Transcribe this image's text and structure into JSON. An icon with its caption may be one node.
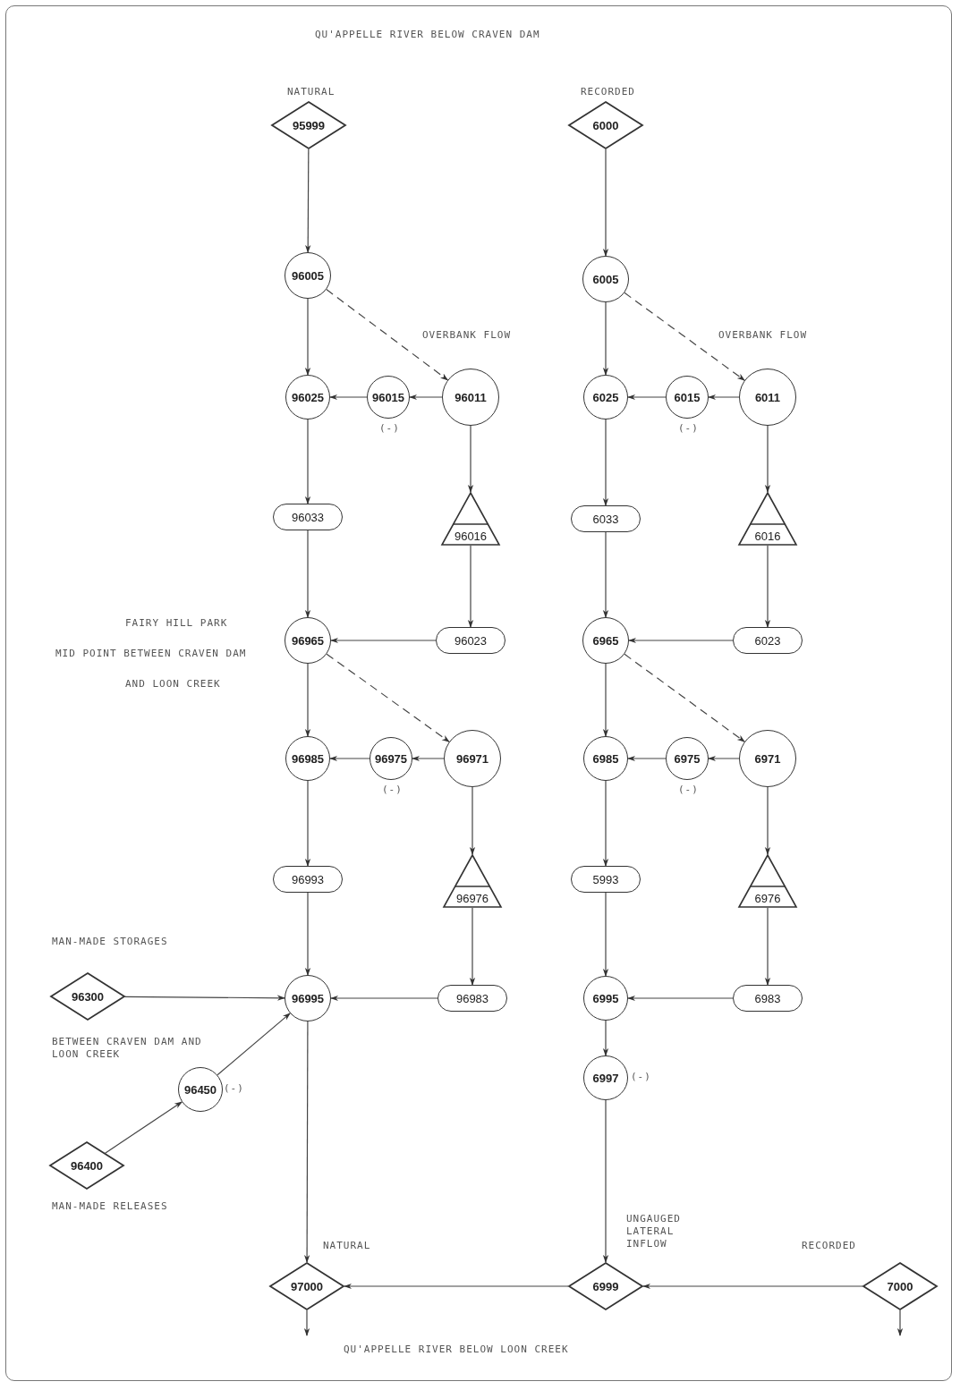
{
  "diagram": {
    "nodes": [
      {
        "text": [
          "95999"
        ],
        "beside": [
          "NATURAL"
        ]
      },
      {
        "text": [
          "6000"
        ],
        "beside": [
          "RECORDED"
        ]
      },
      {
        "text": [
          "96005"
        ]
      },
      {
        "text": [
          "6005"
        ]
      },
      {
        "text": [
          "96025"
        ]
      },
      {
        "text": [
          "96015"
        ],
        "beside": [
          "(-)"
        ]
      },
      {
        "text": [
          "96011"
        ]
      },
      {
        "text": [
          "6025"
        ]
      },
      {
        "text": [
          "6015"
        ],
        "beside": [
          "(-)"
        ]
      },
      {
        "text": [
          "6011"
        ]
      },
      {
        "text": [
          "96033"
        ]
      },
      {
        "text": [
          "96016"
        ]
      },
      {
        "text": [
          "6033"
        ]
      },
      {
        "text": [
          "6016"
        ]
      },
      {
        "text": [
          "96965"
        ]
      },
      {
        "text": [
          "96023"
        ]
      },
      {
        "text": [
          "6965"
        ]
      },
      {
        "text": [
          "6023"
        ]
      },
      {
        "text": [
          "96985"
        ]
      },
      {
        "text": [
          "96975"
        ],
        "beside": [
          "(-)"
        ]
      },
      {
        "text": [
          "96971"
        ]
      },
      {
        "text": [
          "6985"
        ]
      },
      {
        "text": [
          "6975"
        ],
        "beside": [
          "(-)"
        ]
      },
      {
        "text": [
          "6971"
        ]
      },
      {
        "text": [
          "96993"
        ]
      },
      {
        "text": [
          "96976"
        ]
      },
      {
        "text": [
          "5993"
        ]
      },
      {
        "text": [
          "6976"
        ]
      },
      {
        "text": [
          "96300"
        ]
      },
      {
        "text": [
          "96995"
        ]
      },
      {
        "text": [
          "96983"
        ]
      },
      {
        "text": [
          "6995"
        ]
      },
      {
        "text": [
          "6983"
        ]
      },
      {
        "text": [
          "96450"
        ],
        "beside": [
          "(-)"
        ]
      },
      {
        "text": [
          "6997"
        ],
        "beside": [
          "(-)"
        ]
      },
      {
        "text": [
          "96400"
        ]
      },
      {
        "text": [
          "97000"
        ],
        "beside": [
          "NATURAL"
        ]
      },
      {
        "text": [
          "6999"
        ]
      },
      {
        "text": [
          "7000"
        ],
        "beside": [
          "RECORDED"
        ]
      }
    ],
    "edges": [
      {
        "from": 0,
        "to": 2,
        "arrow": "to"
      },
      {
        "from": 1,
        "to": 3,
        "arrow": "to"
      },
      {
        "from": 2,
        "to": 4,
        "arrow": "to"
      },
      {
        "from": 2,
        "to": 6,
        "arrow": "to",
        "style": "dashed"
      },
      {
        "from": 3,
        "to": 7,
        "arrow": "to"
      },
      {
        "from": 3,
        "to": 9,
        "arrow": "to",
        "style": "dashed"
      },
      {
        "from": 6,
        "to": 5,
        "arrow": "to"
      },
      {
        "from": 5,
        "to": 4,
        "arrow": "to"
      },
      {
        "from": 9,
        "to": 8,
        "arrow": "to"
      },
      {
        "from": 8,
        "to": 7,
        "arrow": "to"
      },
      {
        "from": 4,
        "to": 10,
        "arrow": "to"
      },
      {
        "from": 6,
        "to": 11,
        "arrow": "to"
      },
      {
        "from": 7,
        "to": 12,
        "arrow": "to"
      },
      {
        "from": 9,
        "to": 13,
        "arrow": "to"
      },
      {
        "from": 10,
        "to": 14,
        "arrow": "to"
      },
      {
        "from": 11,
        "to": 15,
        "arrow": "to"
      },
      {
        "from": 15,
        "to": 14,
        "arrow": "to"
      },
      {
        "from": 12,
        "to": 16,
        "arrow": "to"
      },
      {
        "from": 13,
        "to": 17,
        "arrow": "to"
      },
      {
        "from": 17,
        "to": 16,
        "arrow": "to"
      },
      {
        "from": 14,
        "to": 18,
        "arrow": "to"
      },
      {
        "from": 14,
        "to": 20,
        "arrow": "to",
        "style": "dashed"
      },
      {
        "from": 16,
        "to": 21,
        "arrow": "to"
      },
      {
        "from": 16,
        "to": 23,
        "arrow": "to",
        "style": "dashed"
      },
      {
        "from": 20,
        "to": 19,
        "arrow": "to"
      },
      {
        "from": 19,
        "to": 18,
        "arrow": "to"
      },
      {
        "from": 23,
        "to": 22,
        "arrow": "to"
      },
      {
        "from": 22,
        "to": 21,
        "arrow": "to"
      },
      {
        "from": 18,
        "to": 24,
        "arrow": "to"
      },
      {
        "from": 20,
        "to": 25,
        "arrow": "to"
      },
      {
        "from": 21,
        "to": 26,
        "arrow": "to"
      },
      {
        "from": 23,
        "to": 27,
        "arrow": "to"
      },
      {
        "from": 24,
        "to": 29,
        "arrow": "to"
      },
      {
        "from": 25,
        "to": 30,
        "arrow": "to"
      },
      {
        "from": 30,
        "to": 29,
        "arrow": "to"
      },
      {
        "from": 26,
        "to": 31,
        "arrow": "to"
      },
      {
        "from": 27,
        "to": 32,
        "arrow": "to"
      },
      {
        "from": 32,
        "to": 31,
        "arrow": "to"
      },
      {
        "from": 28,
        "to": 29,
        "arrow": "to"
      },
      {
        "from": 35,
        "to": 33,
        "arrow": "to"
      },
      {
        "from": 33,
        "to": 29,
        "arrow": "to"
      },
      {
        "from": 31,
        "to": 34,
        "arrow": "to"
      },
      {
        "from": 29,
        "to": 36,
        "arrow": "to"
      },
      {
        "from": 34,
        "to": 37,
        "arrow": "to"
      },
      {
        "from": 37,
        "to": 36,
        "arrow": "to"
      },
      {
        "from": 38,
        "to": 37,
        "arrow": "to"
      },
      {
        "from": 36,
        "to": null,
        "arrow": "to"
      },
      {
        "from": 38,
        "to": null,
        "arrow": "to"
      }
    ],
    "labels": [
      "QU'APPELLE RIVER BELOW CRAVEN DAM",
      "OVERBANK FLOW",
      "OVERBANK FLOW",
      "FAIRY HILL PARK",
      "MID POINT BETWEEN CRAVEN DAM",
      "AND LOON CREEK",
      "MAN-MADE STORAGES",
      "BETWEEN CRAVEN DAM AND LOON CREEK",
      "MAN-MADE RELEASES",
      "UNGAUGED LATERAL INFLOW",
      "QU'APPELLE RIVER BELOW LOON CREEK"
    ]
  }
}
